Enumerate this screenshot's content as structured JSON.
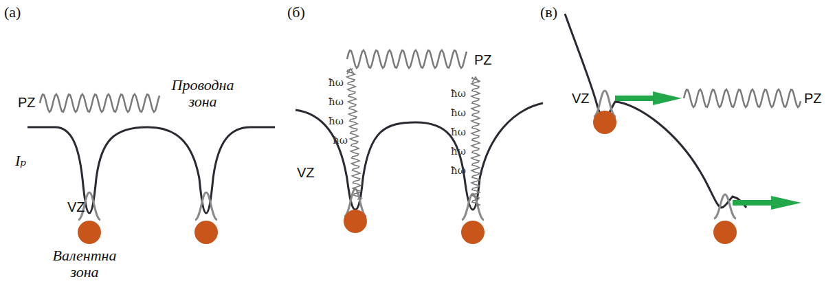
{
  "diagram": {
    "labels": [
      "(а)",
      "(б)",
      "(в)",
      "PZ",
      "Проводна зона",
      "Iₚ",
      "VZ",
      "Валентна зона",
      "PZ",
      "VZ",
      "ħω",
      "ħω",
      "ħω",
      "ħω",
      "ħω",
      "ħω",
      "ħω",
      "ħω",
      "ħω",
      "VZ",
      "PZ"
    ]
  }
}
